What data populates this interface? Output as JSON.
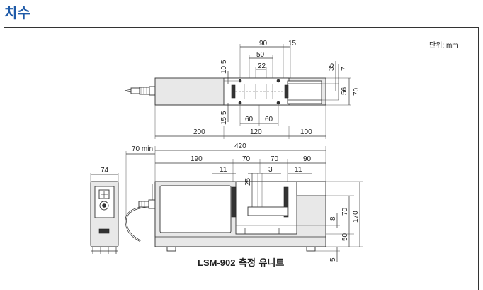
{
  "heading": "치수",
  "unit_label": "단위: mm",
  "caption_model": "LSM-902",
  "caption_text": "측정 유니트",
  "top_view_dims": {
    "d90": "90",
    "d15": "15",
    "d50": "50",
    "d22": "22",
    "d10_5": "10.5",
    "d35": "35",
    "d7": "7",
    "d56": "56",
    "d70": "70",
    "d15_5": "15.5",
    "d60a": "60",
    "d60b": "60",
    "d200": "200",
    "d120": "120",
    "d100": "100"
  },
  "front_view_dims": {
    "d70min": "70 min",
    "d420": "420",
    "d190": "190",
    "d70a": "70",
    "d70b": "70",
    "d90": "90",
    "d11a": "11",
    "d3": "3",
    "d11b": "11",
    "d25": "25",
    "d8": "8",
    "d70": "70",
    "d170": "170",
    "d50": "50",
    "d5": "5"
  },
  "side_view_dims": {
    "d74": "74"
  }
}
